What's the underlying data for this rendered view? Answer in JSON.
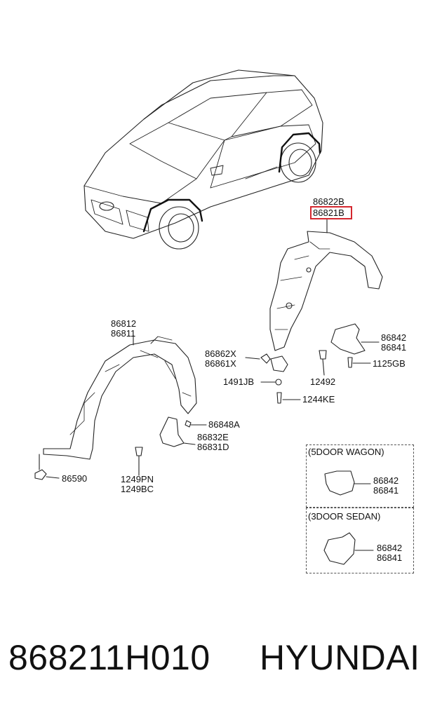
{
  "labels": {
    "p86822B": "86822B",
    "p86821B": "86821B",
    "p86812": "86812",
    "p86811": "86811",
    "p86862X": "86862X",
    "p86861X": "86861X",
    "p1491JB": "1491JB",
    "p1244KE": "1244KE",
    "p12492": "12492",
    "p1125GB": "1125GB",
    "p86842_top": "86842",
    "p86841_top": "86841",
    "p86848A": "86848A",
    "p86832E": "86832E",
    "p86831D": "86831D",
    "p86590": "86590",
    "p1249PN": "1249PN",
    "p1249BC": "1249BC",
    "p86842_wagon": "86842",
    "p86841_wagon": "86841",
    "p86842_sedan": "86842",
    "p86841_sedan": "86841"
  },
  "variant_boxes": {
    "wagon_title": "(5DOOR WAGON)",
    "sedan_title": "(3DOOR SEDAN)"
  },
  "footer": {
    "part_number": "868211H010",
    "brand": "HYUNDAI"
  },
  "colors": {
    "highlight": "#d4272f",
    "line": "#222222"
  }
}
